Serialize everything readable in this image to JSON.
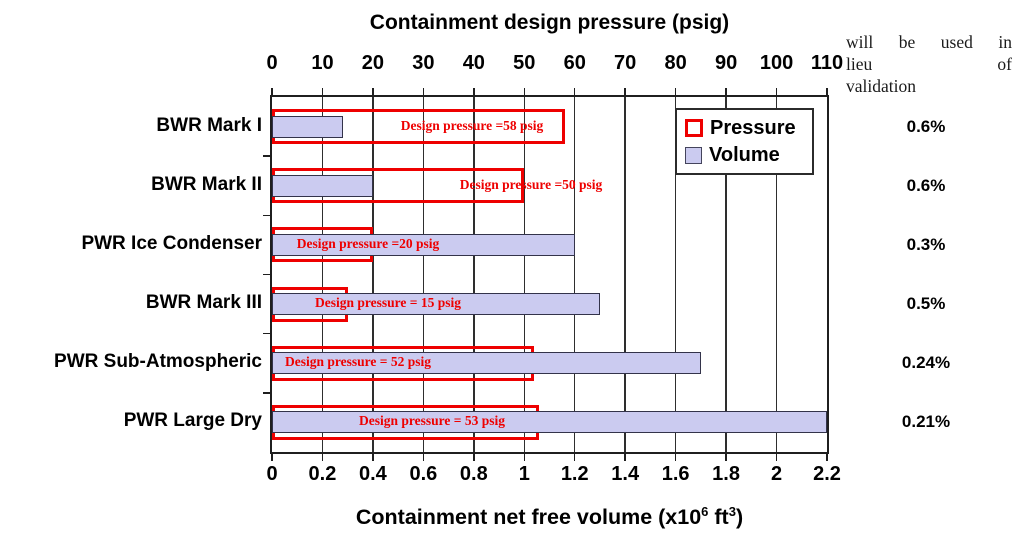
{
  "chart_data": {
    "type": "bar",
    "orientation": "horizontal",
    "grid": true,
    "categories": [
      "BWR Mark I",
      "BWR Mark II",
      "PWR Ice Condenser",
      "BWR Mark III",
      "PWR Sub-Atmospheric",
      "PWR Large Dry"
    ],
    "series": [
      {
        "name": "Pressure",
        "axis": "top",
        "unit": "psig",
        "style": "outline",
        "color": "#ee0000",
        "values": [
          58,
          50,
          20,
          15,
          52,
          53
        ]
      },
      {
        "name": "Volume",
        "axis": "bottom",
        "unit": "x10^6 ft^3",
        "style": "filled",
        "color": "#cbcbf0",
        "values": [
          0.28,
          0.4,
          1.2,
          1.3,
          1.7,
          2.2
        ]
      }
    ],
    "bar_labels": [
      "Design pressure =58 psig",
      "Design pressure =50 psig",
      "Design pressure =20 psig",
      "Design pressure = 15 psig",
      "Design pressure = 52 psig",
      "Design pressure = 53 psig"
    ],
    "top_axis": {
      "title": "Containment design pressure (psig)",
      "ticks": [
        "0",
        "10",
        "20",
        "30",
        "40",
        "50",
        "60",
        "70",
        "80",
        "90",
        "100",
        "110"
      ],
      "range": [
        0,
        110
      ]
    },
    "bottom_axis": {
      "title_parts": {
        "base1": "Containment net free volume (x10",
        "sup1": "6",
        "base2": " ft",
        "sup2": "3",
        "base3": ")"
      },
      "ticks": [
        "0",
        "0.2",
        "0.4",
        "0.6",
        "0.8",
        "1",
        "1.2",
        "1.4",
        "1.6",
        "1.8",
        "2",
        "2.2"
      ],
      "range": [
        0,
        2.2
      ]
    },
    "legend": {
      "position": "top-right",
      "entries": [
        {
          "label": "Pressure",
          "swatch": "outline-red"
        },
        {
          "label": "Volume",
          "swatch": "filled-lavender"
        }
      ]
    }
  },
  "annotations": {
    "side_text_lines": [
      "will be used in",
      "lieu of",
      "validation"
    ],
    "percentages": [
      "0.6%",
      "0.6%",
      "0.3%",
      "0.5%",
      "0.24%",
      "0.21%"
    ]
  },
  "colors": {
    "pressure_red": "#ee0000",
    "volume_fill": "#cbcbf0",
    "volume_border": "#33334a",
    "grid": "#2e2e2e",
    "text": "#000000"
  }
}
